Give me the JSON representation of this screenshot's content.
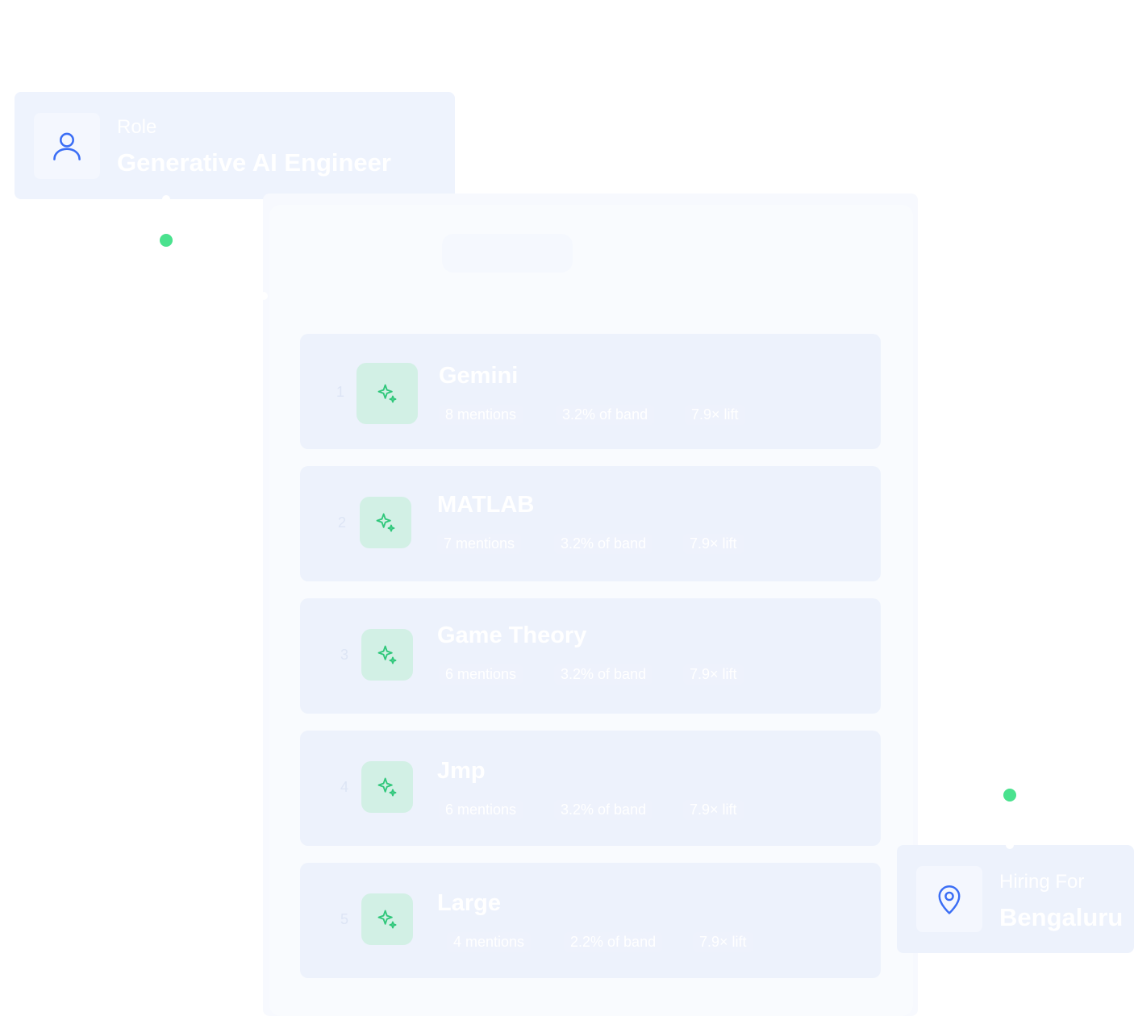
{
  "role": {
    "label": "Role",
    "value": "Generative AI Engineer",
    "icon": "user-icon"
  },
  "location": {
    "label": "Hiring For",
    "value": "Bengaluru",
    "icon": "map-pin-icon"
  },
  "skills": [
    {
      "rank": "1",
      "name": "Gemini",
      "mentions": "8 mentions",
      "share": "3.2% of band",
      "lift": "7.9× lift"
    },
    {
      "rank": "2",
      "name": "MATLAB",
      "mentions": "7 mentions",
      "share": "3.2% of band",
      "lift": "7.9× lift"
    },
    {
      "rank": "3",
      "name": "Game Theory",
      "mentions": "6 mentions",
      "share": "3.2% of band",
      "lift": "7.9× lift"
    },
    {
      "rank": "4",
      "name": "Jmp",
      "mentions": "6 mentions",
      "share": "3.2% of band",
      "lift": "7.9× lift"
    },
    {
      "rank": "5",
      "name": "Large",
      "mentions": "4 mentions",
      "share": "2.2% of band",
      "lift": "7.9× lift"
    }
  ],
  "colors": {
    "accent_green": "#4ae28e",
    "icon_blue": "#3b6ef5",
    "sparkle_green": "#2fc77a",
    "card_bg": "#edf2fc"
  }
}
